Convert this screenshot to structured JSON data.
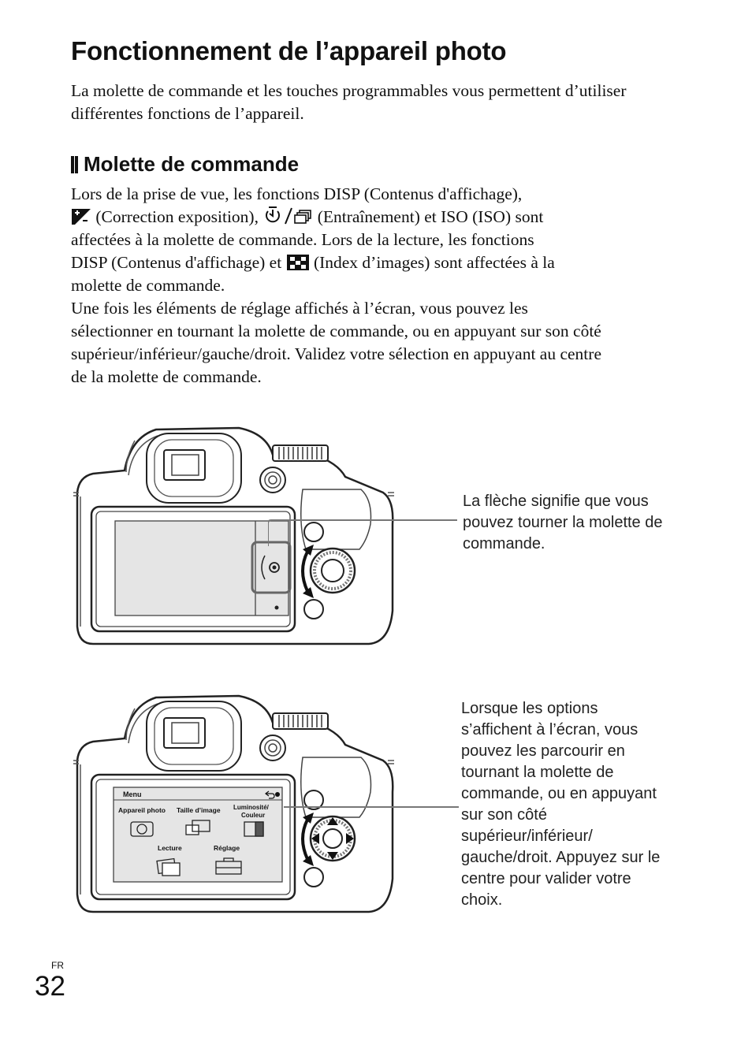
{
  "title": "Fonctionnement de l’appareil photo",
  "intro": "La molette de commande et les touches programmables vous permettent d’utiliser différentes fonctions de l’appareil.",
  "section_heading": "Molette de commande",
  "body": {
    "l1": "Lors de la prise de vue, les fonctions DISP (Contenus d'affichage),",
    "l2a": "(Correction exposition),",
    "l2b": "(Entraînement) et ISO (ISO) sont",
    "l3": "affectées à la molette de commande. Lors de la lecture, les fonctions",
    "l4a": "DISP (Contenus d'affichage) et",
    "l4b": "(Index d’images) sont affectées à la",
    "l5": "molette de commande.",
    "l6": "Une fois les éléments de réglage affichés à l’écran, vous pouvez les",
    "l7": "sélectionner en tournant la molette de commande, ou en appuyant sur son côté",
    "l8": "supérieur/inférieur/gauche/droit. Validez votre sélection en appuyant au centre",
    "l9": "de la molette de commande."
  },
  "icons": {
    "exposure": "exposure-compensation-icon",
    "self_timer": "self-timer-icon",
    "drive": "continuous-drive-icon",
    "image_index": "image-index-icon"
  },
  "callout_1": "La flèche signifie que vous pouvez tourner la molette de commande.",
  "callout_2": "Lorsque les options s’affichent à l’écran, vous pouvez les parcourir en tournant la molette de commande, ou en appuyant sur son côté supérieur/inférieur/ gauche/droit. Appuyez sur le centre pour valider votre choix.",
  "menu_screen": {
    "header": "Menu",
    "items": [
      "Appareil photo",
      "Taille d’image",
      "Luminosité/",
      "Couleur",
      "Lecture",
      "Réglage"
    ]
  },
  "footer": {
    "lang": "FR",
    "page": "32"
  }
}
